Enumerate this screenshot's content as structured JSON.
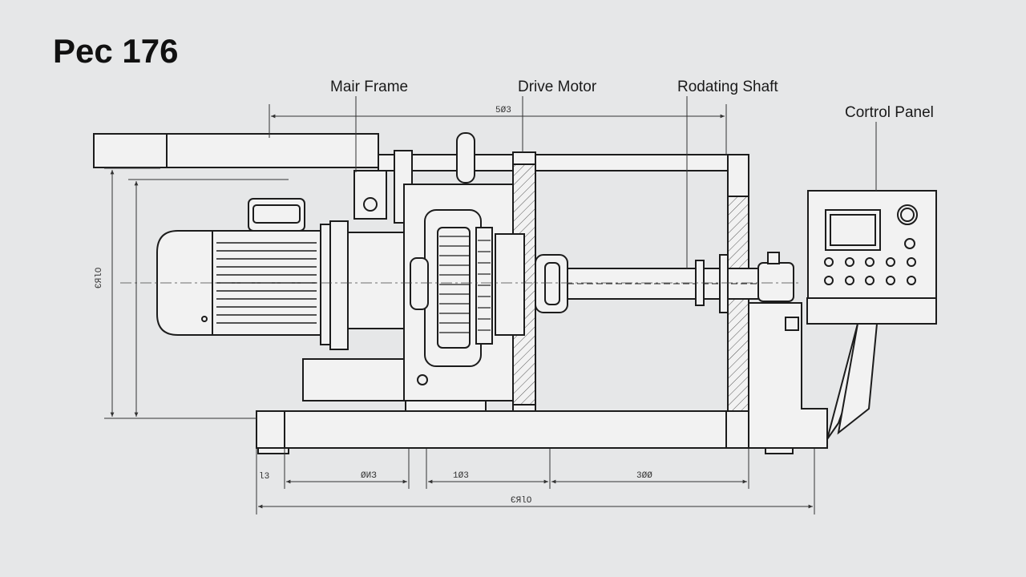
{
  "title": "Pec 176",
  "labels": {
    "main_frame": "Mair Frame",
    "drive_motor": "Drive Motor",
    "rotating_shaft": "Rodating Shaft",
    "control_panel": "Cortrol Panel"
  },
  "dimensions": {
    "top_span": "5Ø3",
    "left_vertical": "ЄЯlO",
    "bottom_left_edge": "l3",
    "bottom_seg_1": "ØИЗ",
    "bottom_seg_2": "1Ø3",
    "bottom_seg_3": "3ØØ",
    "bottom_total": "ЄЯlO"
  },
  "colors": {
    "background": "#e6e7e8",
    "line": "#1c1c1c",
    "fill": "#f2f2f2"
  }
}
